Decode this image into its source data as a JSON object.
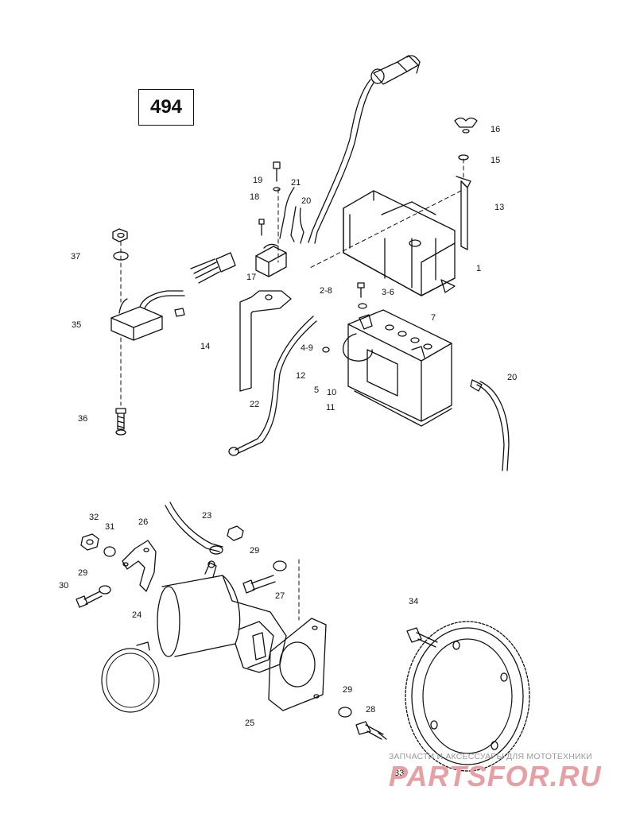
{
  "page_number": "494",
  "callouts": {
    "c1": "1",
    "c2_8": "2-8",
    "c3_6": "3-6",
    "c4_9": "4-9",
    "c5": "5",
    "c7": "7",
    "c10": "10",
    "c11": "11",
    "c12": "12",
    "c13": "13",
    "c14": "14",
    "c15": "15",
    "c16": "16",
    "c17": "17",
    "c18": "18",
    "c19": "19",
    "c20a": "20",
    "c20b": "20",
    "c21": "21",
    "c22": "22",
    "c23": "23",
    "c24": "24",
    "c25": "25",
    "c26": "26",
    "c27": "27",
    "c28": "28",
    "c29a": "29",
    "c29b": "29",
    "c29c": "29",
    "c30": "30",
    "c31": "31",
    "c32": "32",
    "c33": "33",
    "c34": "34",
    "c35": "35",
    "c36": "36",
    "c37": "37"
  },
  "watermark": {
    "text": "ЗАПЧАСТИ И АКСЕССУАРЫ ДЛЯ МОТОТЕХНИКИ",
    "logo": "PARTSFOR.RU",
    "color": "#e6a0a4"
  }
}
